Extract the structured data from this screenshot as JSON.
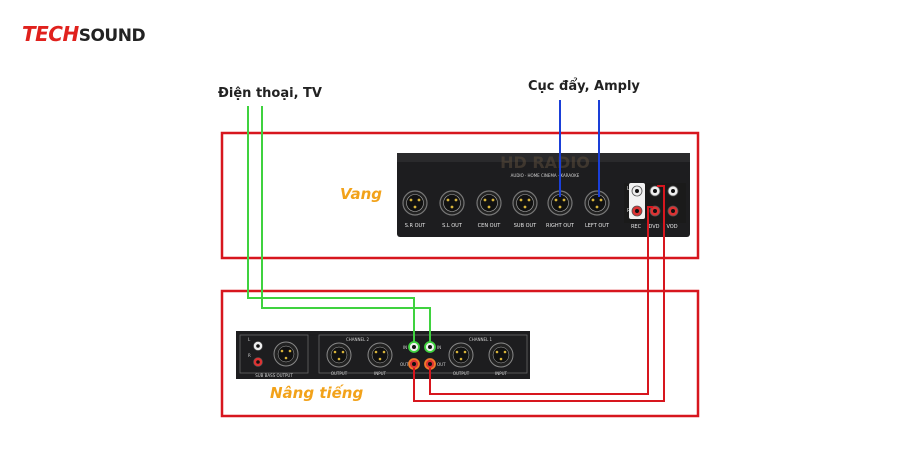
{
  "logo": {
    "part1": "TECH",
    "part2": "SOUND"
  },
  "labels": {
    "source": "Điện thoại, TV",
    "amp": "Cục đẩy, Amply",
    "vang": "Vang",
    "nang_tieng": "Nâng tiếng"
  },
  "vang_panel": {
    "brand": "HD RADIO",
    "tagline": "AUDIO · HOME CINEMA · KARAOKE",
    "outputs": [
      "S.R OUT",
      "S.L OUT",
      "CEN OUT",
      "SUB OUT",
      "RIGHT OUT",
      "LEFT OUT"
    ],
    "rca_labels": [
      "REC",
      "DVD",
      "VOD"
    ],
    "rca_side": [
      "L",
      "R"
    ]
  },
  "booster_panel": {
    "section_subwoofer": "SUB BASS OUTPUT",
    "channel2": "CHANNEL 2",
    "channel1": "CHANNEL 1",
    "in": "IN",
    "out": "OUT",
    "output": "OUTPUT",
    "input": "INPUT",
    "lr": [
      "L",
      "R"
    ]
  },
  "colors": {
    "frame": "#d7161e",
    "green_cable": "#3fd23f",
    "blue_cable": "#1a3fd8",
    "red_cable": "#d7161e",
    "label_orange": "#f2a21a",
    "logo_red": "#e0211d"
  }
}
